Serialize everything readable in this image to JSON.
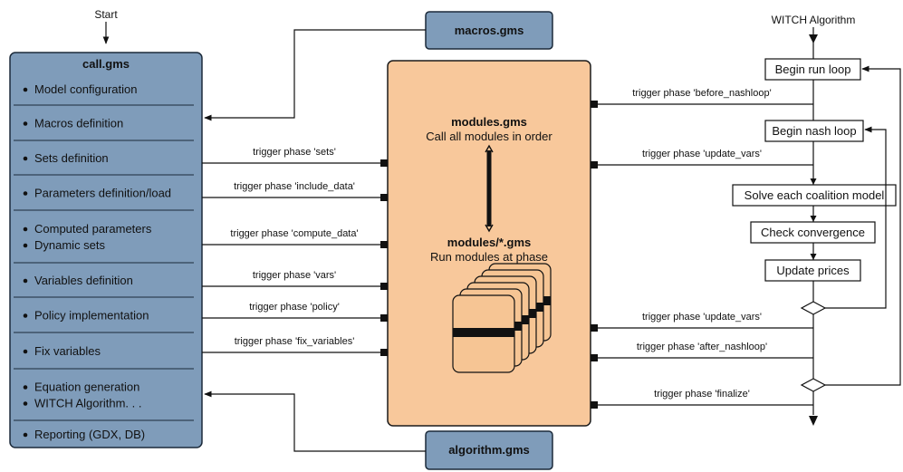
{
  "start_label": "Start",
  "witch_title": "WITCH Algorithm",
  "call_box": {
    "title": "call.gms",
    "items": [
      [
        "Model configuration"
      ],
      [
        "Macros definition"
      ],
      [
        "Sets definition"
      ],
      [
        "Parameters definition/load"
      ],
      [
        "Computed parameters",
        "Dynamic sets"
      ],
      [
        "Variables definition"
      ],
      [
        "Policy implementation"
      ],
      [
        "Fix variables"
      ],
      [
        "Equation generation",
        "WITCH Algorithm. . ."
      ],
      [
        "Reporting (GDX, DB)"
      ]
    ]
  },
  "macros_box": "macros.gms",
  "algorithm_box": "algorithm.gms",
  "modules_box": {
    "title": "modules.gms",
    "subtitle": "Call all modules in order",
    "title2": "modules/*.gms",
    "subtitle2": "Run modules at phase"
  },
  "left_triggers": [
    "trigger phase 'sets'",
    "trigger phase 'include_data'",
    "trigger phase 'compute_data'",
    "trigger phase 'vars'",
    "trigger phase 'policy'",
    "trigger phase 'fix_variables'"
  ],
  "right_triggers": [
    "trigger phase 'before_nashloop'",
    "trigger phase 'update_vars'",
    "trigger phase 'update_vars'",
    "trigger phase 'after_nashloop'",
    "trigger phase 'finalize'"
  ],
  "algo_steps": [
    "Begin run loop",
    "Begin nash loop",
    "Solve each coalition model",
    "Check convergence",
    "Update prices"
  ],
  "colors": {
    "blue_fill": "#7f9cba",
    "orange_fill": "#f8c89b",
    "stack_fill": "#f6c594"
  }
}
